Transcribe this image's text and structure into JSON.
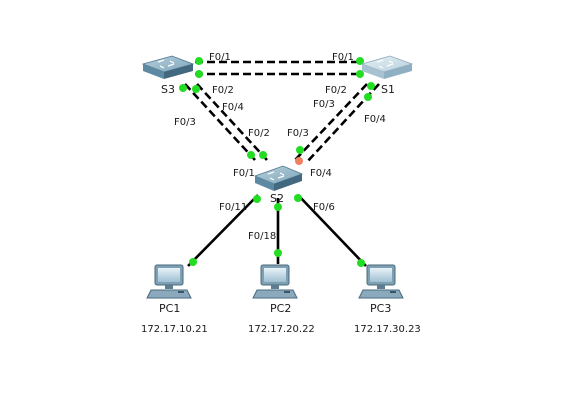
{
  "devices": {
    "s1": {
      "label": "S1"
    },
    "s2": {
      "label": "S2"
    },
    "s3": {
      "label": "S3"
    },
    "pc1": {
      "label": "PC1",
      "ip": "172.17.10.21"
    },
    "pc2": {
      "label": "PC2",
      "ip": "172.17.20.22"
    },
    "pc3": {
      "label": "PC3",
      "ip": "172.17.30.23"
    }
  },
  "ports": {
    "s3_f01": "F0/1",
    "s1_f01": "F0/1",
    "s3_f02": "F0/2",
    "s3_f04": "F0/4",
    "s3_f03": "F0/3",
    "s1_f02": "F0/2",
    "s1_f03": "F0/3",
    "s1_f04": "F0/4",
    "s2_f02": "F0/2",
    "s2_f03": "F0/3",
    "s2_f01": "F0/1",
    "s2_f04": "F0/4",
    "s2_f011": "F0/11",
    "s2_f018": "F0/18",
    "s2_f06": "F0/6"
  },
  "colors": {
    "link_up": "#22dd22",
    "link_blocking": "#f08060",
    "switch_top": "#8fb3c4",
    "switch_side": "#4f7f96"
  }
}
